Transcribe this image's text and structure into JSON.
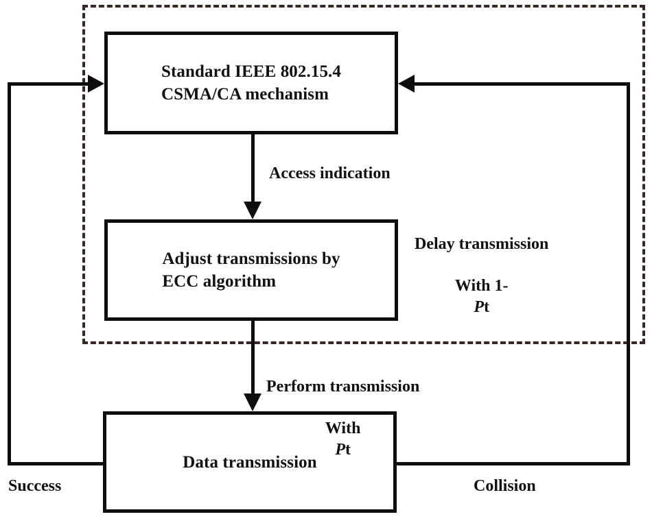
{
  "diagram": {
    "title": "IEEE 802.15.4 CSMA/CA with ECC algorithm flowchart",
    "colors": {
      "box_border": "#0d0d0d",
      "dashed_border": "#3a2723",
      "text": "#111111",
      "background": "#ffffff"
    }
  },
  "nodes": {
    "csma": {
      "label": "Standard IEEE 802.15.4\nCSMA/CA mechanism"
    },
    "ecc": {
      "label": "Adjust transmissions by\nECC algorithm"
    },
    "data": {
      "label": "Data transmission"
    }
  },
  "edge_labels": {
    "access_indication": "Access indication",
    "delay_transmission_line1": "Delay transmission",
    "delay_transmission_line2_prefix": "With 1-",
    "delay_transmission_symbol_italic": "P",
    "delay_transmission_symbol_roman": "t",
    "perform_transmission_line1": "Perform transmission",
    "perform_transmission_line2_prefix": "With",
    "perform_transmission_symbol_italic": "P",
    "perform_transmission_symbol_roman": "t",
    "success": "Success",
    "collision": "Collision"
  }
}
